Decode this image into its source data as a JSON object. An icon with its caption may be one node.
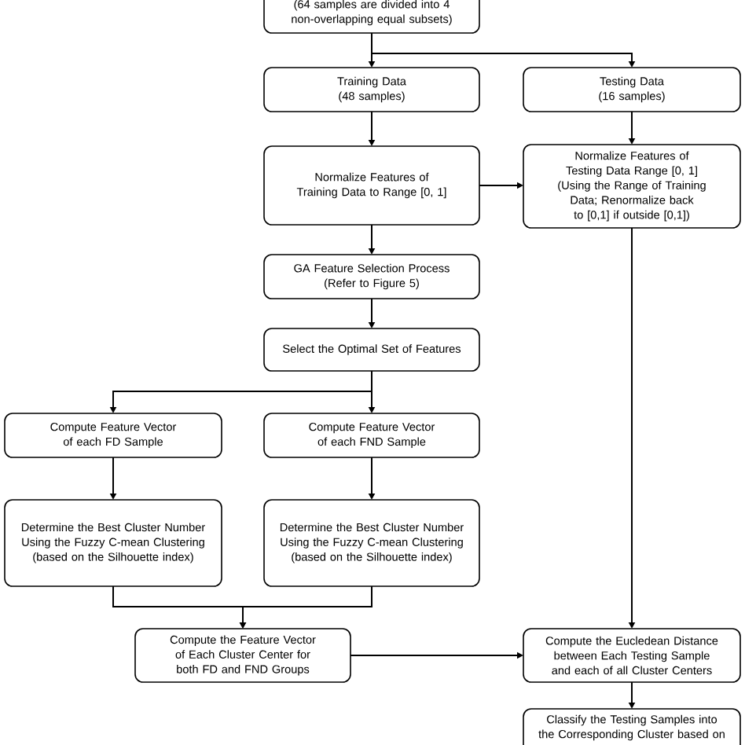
{
  "diagram": {
    "nodes": [
      {
        "text": [
          "(64 samples are divided into 4 non-overlapping equal subsets)"
        ]
      },
      {
        "text": [
          "Training Data",
          "(48 samples)"
        ]
      },
      {
        "text": [
          "Testing Data",
          "(16 samples)"
        ]
      },
      {
        "text": [
          "Normalize Features of Training Data to Range [0, 1]"
        ]
      },
      {
        "text": [
          "Normalize Features of Testing Data Range [0, 1]",
          "(Using the Range of Training Data; Renormalize back to [0,1] if outside [0,1])"
        ]
      },
      {
        "text": [
          "GA Feature Selection Process",
          "(Refer to Figure 5)"
        ]
      },
      {
        "text": [
          "Select the Optimal Set of Features"
        ]
      },
      {
        "text": [
          "Compute Feature Vector of each FD Sample"
        ]
      },
      {
        "text": [
          "Compute Feature Vector of each FND Sample"
        ]
      },
      {
        "text": [
          "Determine the Best Cluster Number Using the Fuzzy C-mean Clustering",
          "(based on the Silhouette index)"
        ]
      },
      {
        "text": [
          "Determine the Best Cluster Number Using the Fuzzy C-mean Clustering",
          "(based on the Silhouette index)"
        ]
      },
      {
        "text": [
          "Compute the Feature Vector of Each Cluster Center for both FD and FND Groups"
        ]
      },
      {
        "text": [
          "Compute the Eucledean Distance between Each Testing Sample and each of all Cluster Centers"
        ]
      },
      {
        "text": [
          "Classify the Testing Samples into the Corresponding Cluster based on"
        ]
      }
    ],
    "edges": [
      {
        "from": 0,
        "to": 1,
        "arrow": "to"
      },
      {
        "from": 0,
        "to": 2,
        "arrow": "to"
      },
      {
        "from": 1,
        "to": 3,
        "arrow": "to"
      },
      {
        "from": 2,
        "to": 4,
        "arrow": "to"
      },
      {
        "from": 3,
        "to": 4,
        "arrow": "to"
      },
      {
        "from": 3,
        "to": 5,
        "arrow": "to"
      },
      {
        "from": 4,
        "to": 12,
        "arrow": "to"
      },
      {
        "from": 5,
        "to": 6,
        "arrow": "to"
      },
      {
        "from": 6,
        "to": 7,
        "arrow": "to"
      },
      {
        "from": 6,
        "to": 8,
        "arrow": "to"
      },
      {
        "from": 7,
        "to": 9,
        "arrow": "to"
      },
      {
        "from": 8,
        "to": 10,
        "arrow": "to"
      },
      {
        "from": 9,
        "to": 11,
        "arrow": "to"
      },
      {
        "from": 10,
        "to": 11,
        "arrow": "to"
      },
      {
        "from": 11,
        "to": 12,
        "arrow": "to"
      },
      {
        "from": 12,
        "to": 13,
        "arrow": "to"
      }
    ]
  }
}
